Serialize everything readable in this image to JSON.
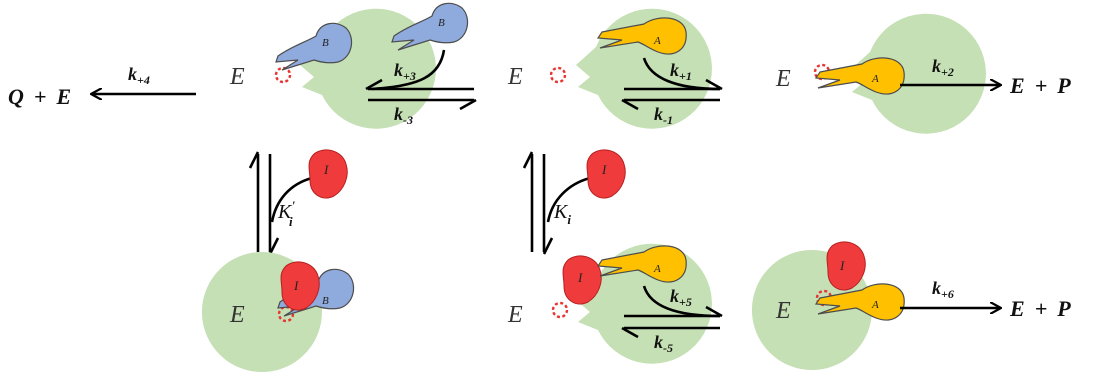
{
  "colors": {
    "enzyme": "#c5e0b4",
    "substrate_a": "#ffc000",
    "substrate_b": "#8faadc",
    "inhibitor": "#ef3b3b",
    "active_site": "#e8332f",
    "outline": "#4d4d4d",
    "arrow": "#000000"
  },
  "enzyme_label": "E",
  "ligands": {
    "a": "A",
    "b": "B",
    "i": "I"
  },
  "products": {
    "q_plus_e": {
      "q": "Q",
      "plus": "+",
      "e": "E"
    },
    "e_plus_p_top": {
      "e": "E",
      "plus": "+",
      "p": "P"
    },
    "e_plus_p_bottom": {
      "e": "E",
      "plus": "+",
      "p": "P"
    }
  },
  "rates": {
    "k_plus_4": {
      "k": "k",
      "sub": "+4"
    },
    "k_plus_3": {
      "k": "k",
      "sub": "+3"
    },
    "k_minus_3": {
      "k": "k",
      "sub": "-3"
    },
    "k_plus_1": {
      "k": "k",
      "sub": "+1"
    },
    "k_minus_1": {
      "k": "k",
      "sub": "-1"
    },
    "k_plus_2": {
      "k": "k",
      "sub": "+2"
    },
    "k_plus_5": {
      "k": "k",
      "sub": "+5"
    },
    "k_minus_5": {
      "k": "k",
      "sub": "-5"
    },
    "k_plus_6": {
      "k": "k",
      "sub": "+6"
    }
  },
  "constants": {
    "k_i_prime": {
      "k": "K",
      "prime": "'",
      "sub": "i"
    },
    "k_i": {
      "k": "K",
      "sub": "i"
    }
  }
}
